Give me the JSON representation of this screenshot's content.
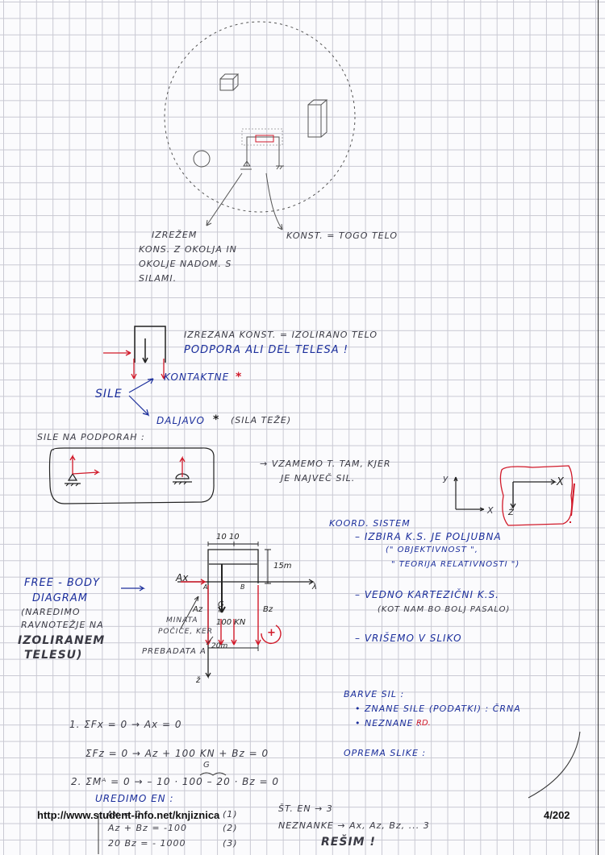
{
  "top": {
    "label_left": [
      "IZREŽEM",
      "KONS. Z OKOLJA IN",
      "OKOLJE NADOM. S",
      "SILAMI."
    ],
    "label_right": "KONST. = TOGO TELO"
  },
  "section_isolated": {
    "line1": "IZREZANA KONST. = IZOLIRANO TELO",
    "line2": "PODPORA  ALI  DEL  TELESA !",
    "forces": "SILE",
    "contact": "KONTAKTNE",
    "distant": "DALJAVO",
    "star": "*",
    "gravity": "(SILA TEŽE)",
    "supports_title": "SILE NA PODPORAH :",
    "take_point_1": "→ VZAMEMO T. TAM, KJER",
    "take_point_2": "JE NAJVEČ SIL."
  },
  "coord": {
    "title": "KOORD. SISTEM",
    "item1": "– IZBIRA K.S. JE POLJUBNA",
    "item1b": "(\" OBJEKTIVNOST \",",
    "item1c": "\" TEORIJA RELATIVNOSTI \")",
    "item2": "– VEDNO KARTEZIČNI K.S.",
    "item2b": "(KOT NAM BO BOLJ PASALO)",
    "item3": "– VRIŠEMO V SLIKO",
    "x": "X",
    "y": "y",
    "z": "Ž",
    "exclaim": "!"
  },
  "fbd": {
    "title1": "FREE - BODY",
    "title2": "DIAGRAM",
    "note1": "(NAREDIMO",
    "note2": "RAVNOTEŽJE NA",
    "note3": "IZOLIRANEM",
    "note4": "TELESU)",
    "dim_top": "10 10",
    "height": "15m",
    "ax": "Ax",
    "az": "Az",
    "bz": "Bz",
    "a": "A",
    "b": "B",
    "g": "G",
    "g_sym": "\"",
    "load": "100 KN",
    "width": "20m",
    "plus": "+",
    "minus_note1": "MINATA",
    "minus_note2": "POČICE, KER",
    "minus_note3": "PREBADATA A",
    "axis_x": "λ",
    "axis_z": "ž"
  },
  "colors": {
    "title": "BARVE SIL :",
    "known": "• ZNANE SILE (PODATKI) : ČRNA",
    "unknown": "• NEZNANE :",
    "unknown_value": "RD.",
    "equipment": "OPREMA SLIKE :"
  },
  "equations": {
    "eq1": "1.  ΣFx = 0  →  Ax = 0",
    "eq2": "ΣFz = 0  →  Az + 100 KN + Bz = 0",
    "eq2_g": "G",
    "eq3": "2.  ΣMᴬ = 0  →  – 10 · 100  – 20 · Bz = 0",
    "solve_title": "UREDIMO EN :",
    "s1": "Ax = 0",
    "s1n": "(1)",
    "s2": "Az + Bz = -100",
    "s2n": "(2)",
    "s3": "20 Bz = - 1000",
    "s3n": "(3)",
    "count_eq": "ŠT. EN → 3",
    "unknowns": "NEZNANKE → Ax, Az, Bz, ... 3",
    "solve": "REŠIM !"
  },
  "footer": {
    "url": "http://www.student-info.net/knjiznica",
    "page": "4/202"
  }
}
